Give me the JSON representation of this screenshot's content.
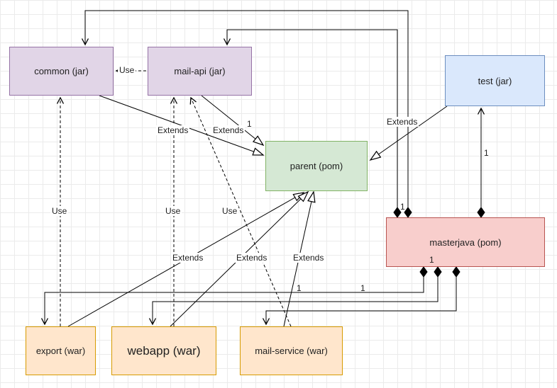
{
  "nodes": {
    "common": {
      "label": "common (jar)"
    },
    "mail_api": {
      "label": "mail-api (jar)"
    },
    "test": {
      "label": "test (jar)"
    },
    "parent": {
      "label": "parent (pom)"
    },
    "masterjava": {
      "label": "masterjava (pom)"
    },
    "export": {
      "label": "export (war)"
    },
    "webapp": {
      "label": "webapp (war)"
    },
    "mail_service": {
      "label": "mail-service (war)"
    }
  },
  "edge_labels": {
    "use": "Use",
    "extends": "Extends",
    "multiplicity_one": "1"
  },
  "colors": {
    "purple_fill": "#E1D5E7",
    "purple_stroke": "#9673A6",
    "blue_fill": "#DAE8FC",
    "blue_stroke": "#6C8EBF",
    "green_fill": "#D5E8D4",
    "green_stroke": "#82B366",
    "red_fill": "#F8CECC",
    "red_stroke": "#B85450",
    "orange_fill": "#FFE6CC",
    "orange_stroke": "#D79B00",
    "line": "#000000",
    "grid": "#ebebeb"
  }
}
